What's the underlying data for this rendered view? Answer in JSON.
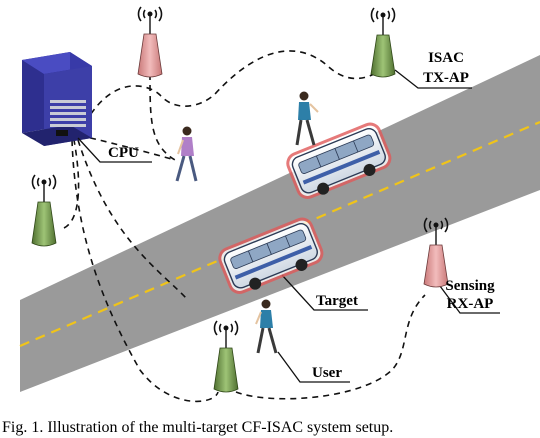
{
  "labels": {
    "isac_line1": "ISAC",
    "isac_line2": "TX-AP",
    "cpu": "CPU",
    "target": "Target",
    "sensing_line1": "Sensing",
    "sensing_line2": "RX-AP",
    "user": "User"
  },
  "caption": "Fig. 1.   Illustration of the multi-target CF-ISAC system setup.",
  "colors": {
    "road": "#9a9a9a",
    "lane": "#f0c419",
    "ap_pink": "#e8a4a4",
    "ap_green": "#7ea35a",
    "cpu_blue": "#3d3fa8",
    "bus_glow": "#e05a5a"
  },
  "icons": {
    "cpu": "server-rack-icon",
    "ap": "antenna-tower-icon",
    "bus": "bus-icon",
    "person": "walking-person-icon"
  }
}
